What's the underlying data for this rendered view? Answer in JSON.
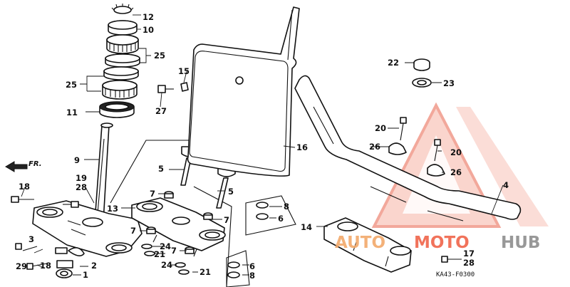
{
  "diagram_code": "KA43-F0300",
  "direction_label": "FR.",
  "watermark": {
    "part1": "AUTO",
    "part2": "MOTO",
    "part3": "HUB"
  },
  "callouts": {
    "c1": "1",
    "c2": "2",
    "c3": "3",
    "c4": "4",
    "c5a": "5",
    "c5b": "5",
    "c6a": "6",
    "c6b": "6",
    "c7a": "7",
    "c7b": "7",
    "c7c": "7",
    "c7d": "7",
    "c8a": "8",
    "c8b": "8",
    "c9": "9",
    "c10": "10",
    "c11": "11",
    "c12": "12",
    "c13": "13",
    "c14": "14",
    "c15": "15",
    "c16": "16",
    "c17": "17",
    "c18a": "18",
    "c18b": "18",
    "c19": "19",
    "c20a": "20",
    "c20b": "20",
    "c21a": "21",
    "c21b": "21",
    "c22": "22",
    "c23": "23",
    "c24a": "24",
    "c24b": "24",
    "c25a": "25",
    "c25b": "25",
    "c26a": "26",
    "c26b": "26",
    "c27": "27",
    "c28a": "28",
    "c28b": "28",
    "c29": "29"
  }
}
